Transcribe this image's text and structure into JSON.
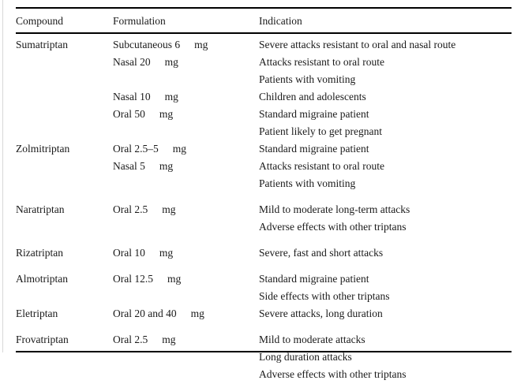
{
  "table": {
    "columns": [
      {
        "key": "compound",
        "label": "Compound"
      },
      {
        "key": "formulation",
        "label": "Formulation"
      },
      {
        "key": "indication",
        "label": "Indication"
      }
    ],
    "groups": [
      {
        "compound": "Sumatriptan",
        "formulations": [
          {
            "dose": "Subcutaneous 6",
            "unit": "mg"
          },
          {
            "dose": "Nasal 20",
            "unit": "mg"
          },
          {
            "dose": "",
            "unit": ""
          },
          {
            "dose": "Nasal 10",
            "unit": "mg"
          },
          {
            "dose": "Oral 50",
            "unit": "mg"
          },
          {
            "dose": "",
            "unit": ""
          }
        ],
        "indications": [
          "Severe attacks resistant to oral and nasal route",
          "Attacks resistant to oral route",
          "Patients with vomiting",
          "Children and adolescents",
          "Standard migraine patient",
          "Patient likely to get pregnant"
        ]
      },
      {
        "compound": "Zolmitriptan",
        "formulations": [
          {
            "dose": "Oral 2.5–5",
            "unit": "mg"
          },
          {
            "dose": "Nasal 5",
            "unit": "mg"
          },
          {
            "dose": "",
            "unit": ""
          }
        ],
        "indications": [
          "Standard migraine patient",
          "Attacks resistant to oral route",
          "Patients with vomiting"
        ]
      },
      {
        "compound": "Naratriptan",
        "formulations": [
          {
            "dose": "Oral 2.5",
            "unit": "mg"
          },
          {
            "dose": "",
            "unit": ""
          }
        ],
        "indications": [
          "Mild to moderate long-term attacks",
          "Adverse effects with other triptans"
        ]
      },
      {
        "compound": "Rizatriptan",
        "formulations": [
          {
            "dose": "Oral 10",
            "unit": "mg"
          }
        ],
        "indications": [
          "Severe, fast and short attacks"
        ]
      },
      {
        "compound": "Almotriptan",
        "formulations": [
          {
            "dose": "Oral 12.5",
            "unit": "mg"
          },
          {
            "dose": "",
            "unit": ""
          }
        ],
        "indications": [
          "Standard migraine patient",
          "Side effects with other triptans"
        ]
      },
      {
        "compound": "Eletriptan",
        "formulations": [
          {
            "dose": "Oral 20 and 40",
            "unit": "mg"
          }
        ],
        "indications": [
          "Severe attacks, long duration"
        ]
      },
      {
        "compound": "Frovatriptan",
        "formulations": [
          {
            "dose": "Oral 2.5",
            "unit": "mg"
          },
          {
            "dose": "",
            "unit": ""
          },
          {
            "dose": "",
            "unit": ""
          }
        ],
        "indications": [
          "Mild to moderate attacks",
          "Long duration attacks",
          "Adverse effects with other triptans"
        ]
      }
    ],
    "group_spacing": [
      false,
      true,
      true,
      true,
      false,
      true,
      false
    ]
  }
}
